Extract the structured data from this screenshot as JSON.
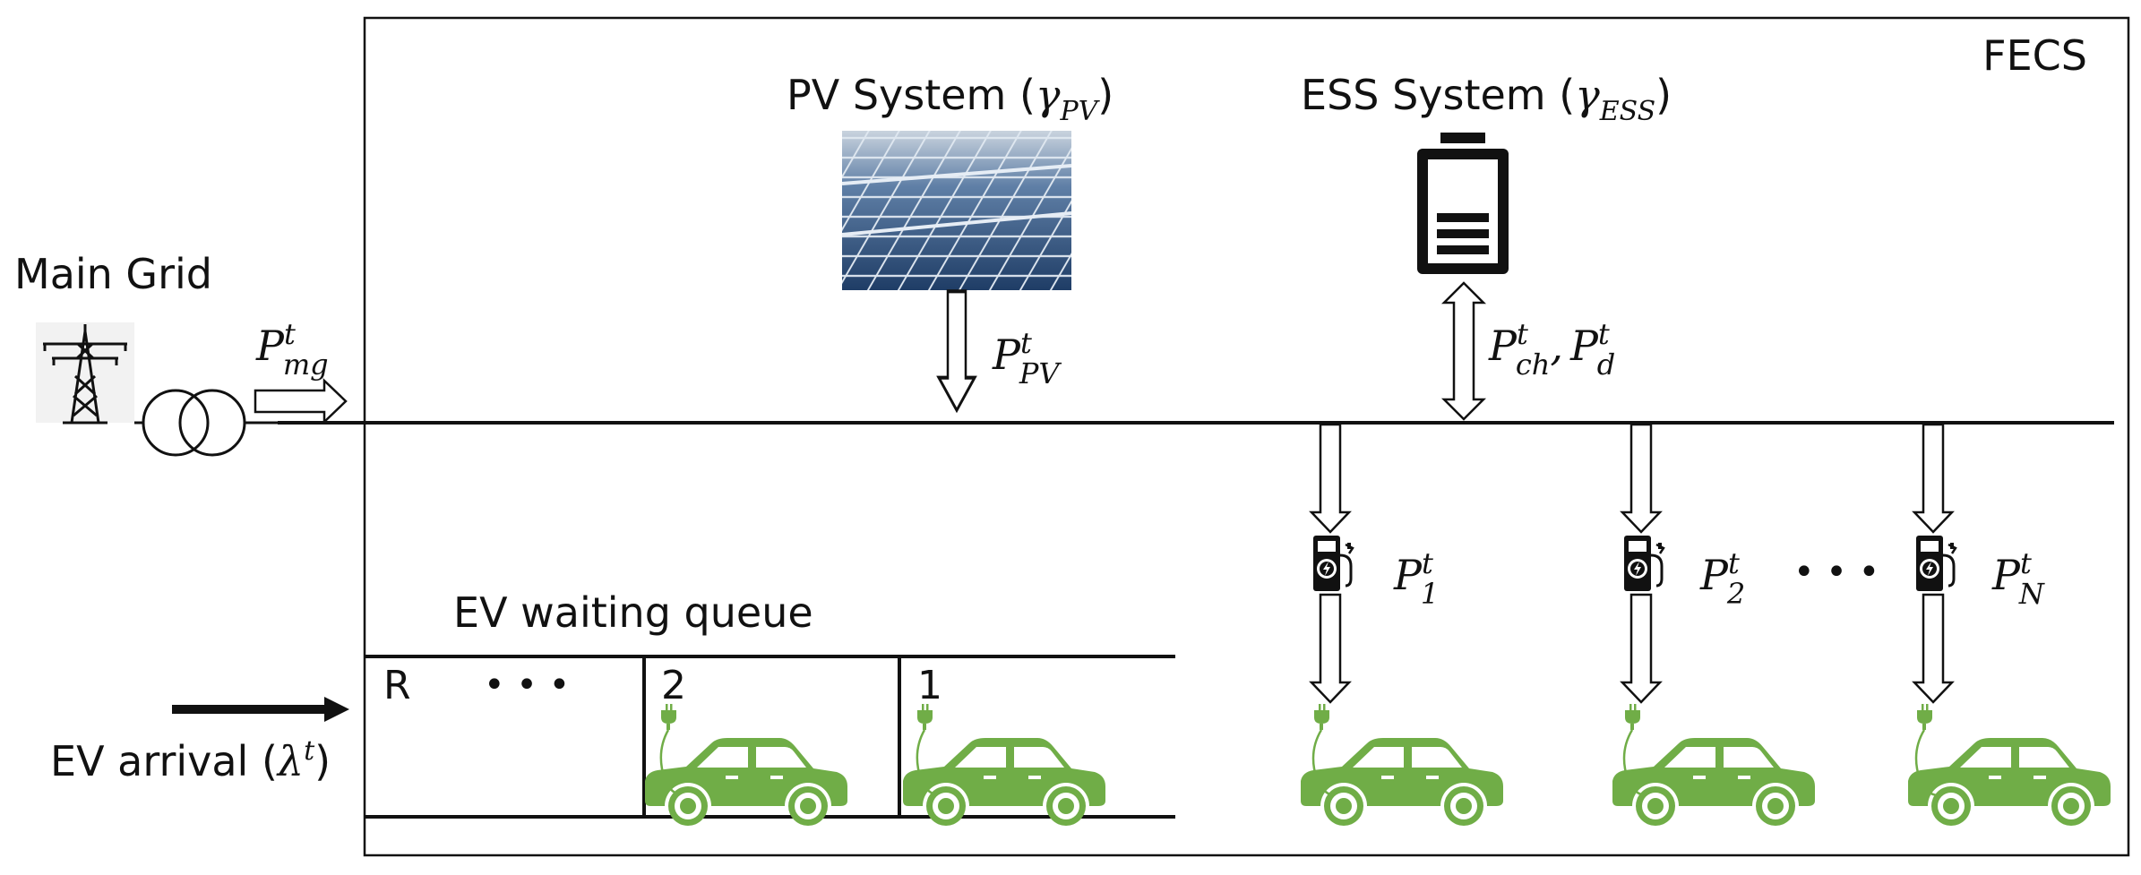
{
  "fecs_label": "FECS",
  "main_grid_label": "Main Grid",
  "pv_system": {
    "label": "PV System (",
    "symbol": "γ",
    "sub": "PV",
    "close": ")"
  },
  "ess_system": {
    "label": "ESS System (",
    "symbol": "γ",
    "sub": "ESS",
    "close": ")"
  },
  "queue_label": "EV waiting queue",
  "arrival": {
    "label": "EV arrival (",
    "symbol": "λ",
    "sup": "t",
    "close": ")"
  },
  "queue_slots": {
    "last": "R",
    "second": "2",
    "first": "1",
    "ellipsis": "• • •"
  },
  "power_labels": {
    "mg": {
      "base": "P",
      "sup": "t",
      "sub": "mg"
    },
    "pv": {
      "base": "P",
      "sup": "t",
      "sub": "PV"
    },
    "ch": {
      "base": "P",
      "sup": "t",
      "sub": "ch"
    },
    "comma": ",",
    "d": {
      "base": "P",
      "sup": "t",
      "sub": "d"
    },
    "chargers": [
      {
        "base": "P",
        "sup": "t",
        "sub": "1"
      },
      {
        "base": "P",
        "sup": "t",
        "sub": "2"
      },
      {
        "base": "P",
        "sup": "t",
        "sub": "N"
      }
    ]
  },
  "charger_ellipsis": "• • •",
  "colors": {
    "ev_green": "#70ad47",
    "line": "#111111",
    "panel_blue": "#2b4f80"
  },
  "icons": [
    "power-tower-icon",
    "transformer-icon",
    "solar-panel-icon",
    "battery-icon",
    "charging-station-icon",
    "plug-icon",
    "car-icon"
  ]
}
